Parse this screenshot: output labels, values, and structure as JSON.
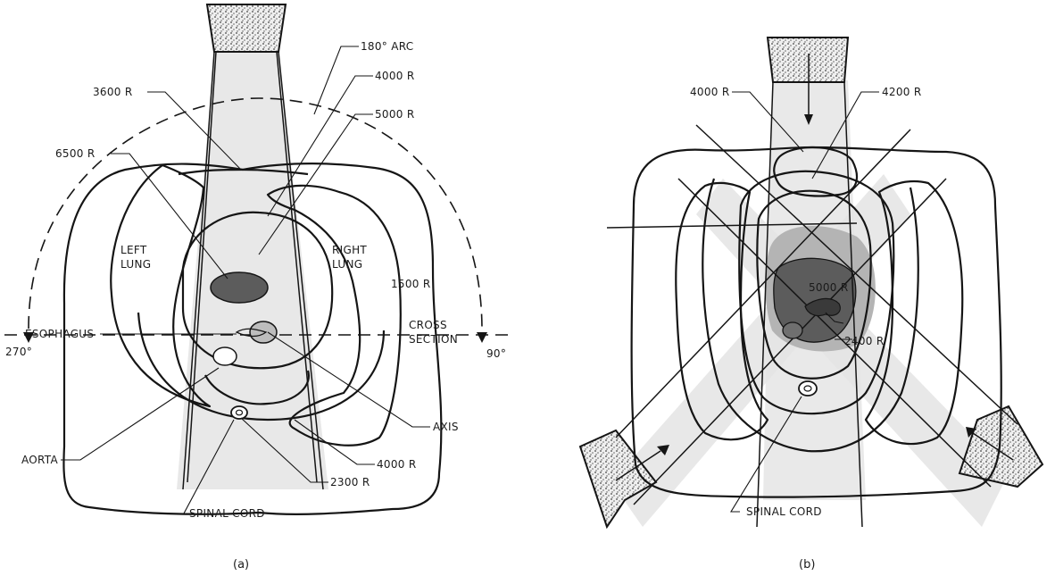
{
  "panel_a": {
    "caption": "(a)",
    "labels": {
      "arc": "180° ARC",
      "iso_4000_top": "4000 R",
      "iso_3600": "3600 R",
      "iso_5000": "5000 R",
      "iso_6500": "6500 R",
      "left_lung": "LEFT\nLUNG",
      "right_lung": "RIGHT\nLUNG",
      "iso_1500": "1500 R",
      "esophagus": "ESOPHAGUS",
      "cross_section": "CROSS\nSECTION",
      "deg_270": "270°",
      "deg_90": "90°",
      "axis": "AXIS",
      "aorta": "AORTA",
      "iso_4000_bottom": "4000 R",
      "iso_2300": "2300 R",
      "spinal_cord": "SPINAL CORD"
    }
  },
  "panel_b": {
    "caption": "(b)",
    "labels": {
      "iso_4000": "4000 R",
      "iso_4200": "4200 R",
      "iso_5000": "5000 R",
      "iso_2400": "2400 R",
      "spinal_cord": "SPINAL CORD"
    }
  },
  "colors": {
    "ink": "#151515",
    "beam_fill": "#e6e6e6",
    "high_dose_fill": "#b4b4b4",
    "tumor_fill": "#5c5c5c"
  }
}
